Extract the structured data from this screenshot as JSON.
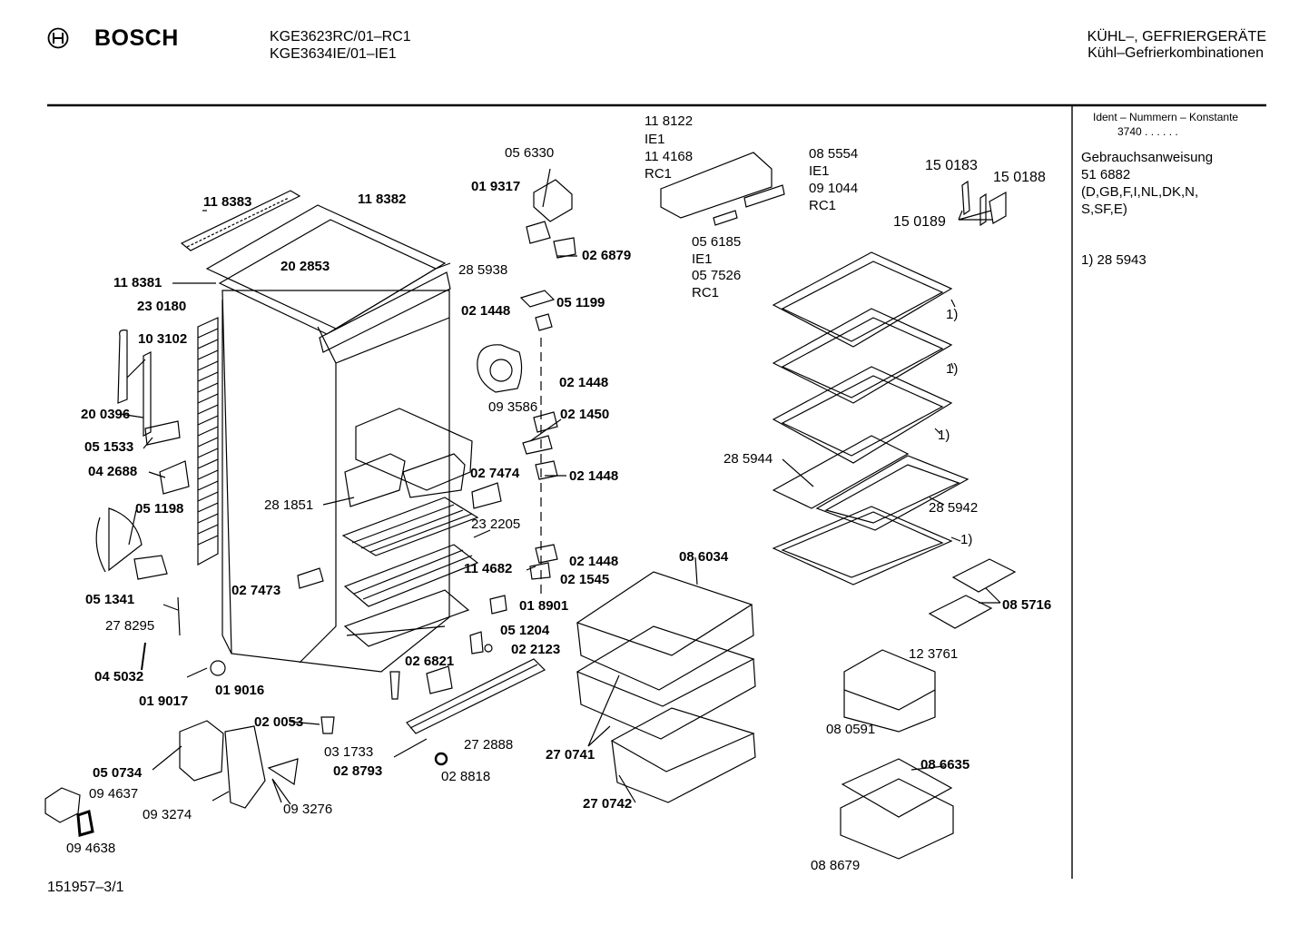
{
  "header": {
    "brand": "BOSCH",
    "model_line_1": "KGE3623RC/01–RC1",
    "model_line_2": "KGE3634IE/01–IE1",
    "category_line_1": "KÜHL–, GEFRIERGERÄTE",
    "category_line_2": "Kühl–Gefrierkombinationen"
  },
  "sidebar": {
    "ident_title": "Ident – Nummern – Konstante",
    "ident_value": "3740 . . . . . .",
    "manual_title": "Gebrauchsanweisung",
    "manual_number": "51 6882",
    "manual_langs_1": "(D,GB,F,I,NL,DK,N,",
    "manual_langs_2": "S,SF,E)",
    "footnote": "1)  28 5943"
  },
  "footer": {
    "drawing_number": "151957–3/1"
  },
  "parts": {
    "p118383": "11 8383",
    "p118382": "11 8382",
    "p118381": "11 8381",
    "p202853": "20 2853",
    "p285938": "28 5938",
    "p230180": "23 0180",
    "p103102": "10 3102",
    "p200396": "20 0396",
    "p051533": "05 1533",
    "p042688": "04 2688",
    "p051198": "05 1198",
    "p051341": "05 1341",
    "p278295": "27 8295",
    "p045032": "04 5032",
    "p019017": "01 9017",
    "p019016": "01 9016",
    "p020053": "02 0053",
    "p031733": "03 1733",
    "p028793": "02 8793",
    "p050734": "05 0734",
    "p094637": "09 4637",
    "p094638": "09 4638",
    "p093274": "09 3274",
    "p093276": "09 3276",
    "p056330": "05 6330",
    "p019317": "01 9317",
    "p026879": "02 6879",
    "p051199": "05 1199",
    "p021448a": "02 1448",
    "p093586": "09 3586",
    "p021448b": "02 1448",
    "p021450": "02 1450",
    "p021448c": "02 1448",
    "p027474": "02 7474",
    "p281851": "28 1851",
    "p232205": "23 2205",
    "p114682": "11 4682",
    "p021448d": "02 1448",
    "p021545": "02 1545",
    "p027473": "02 7473",
    "p018901": "01 8901",
    "p051204": "05 1204",
    "p022123": "02 2123",
    "p026821": "02 6821",
    "p272888": "27 2888",
    "p028818": "02 8818",
    "p118122": "11 8122",
    "p_ie1a": "IE1",
    "p114168": "11 4168",
    "p_rc1a": "RC1",
    "p085554": "08 5554",
    "p_ie1b": "IE1",
    "p091044": "09 1044",
    "p_rc1b": "RC1",
    "p056185": "05 6185",
    "p_ie1c": "IE1",
    "p057526": "05 7526",
    "p_rc1c": "RC1",
    "p150183": "15 0183",
    "p150188": "15 0188",
    "p150189": "15 0189",
    "fn1a": "1)",
    "fn1b": "1)",
    "fn1c": "1)",
    "fn1d": "1)",
    "p285944": "28 5944",
    "p285942": "28 5942",
    "p086034": "08 6034",
    "p085716": "08 5716",
    "p123761": "12 3761",
    "p080591": "08 0591",
    "p270741": "27 0741",
    "p270742": "27 0742",
    "p086635": "08 6635",
    "p088679": "08 8679"
  }
}
